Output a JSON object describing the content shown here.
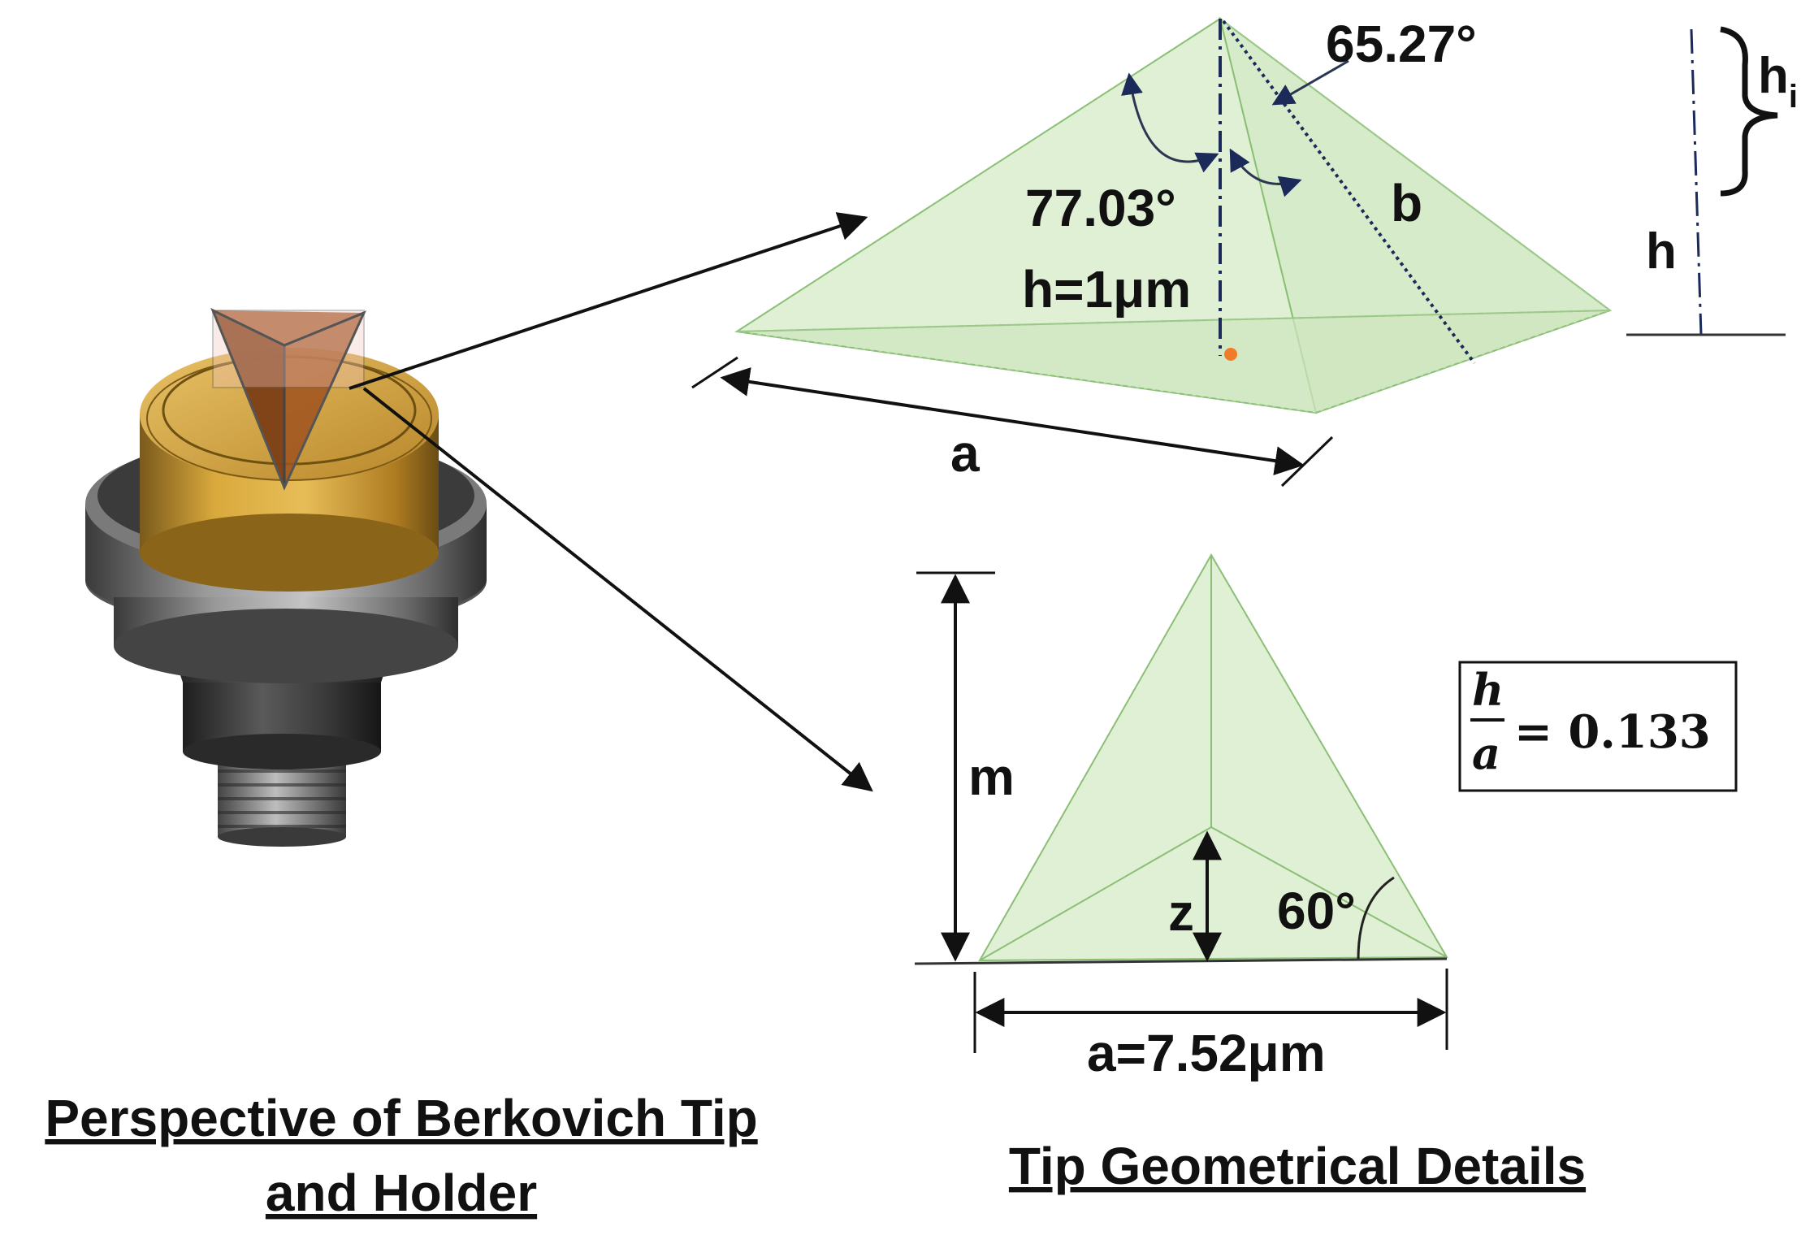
{
  "figure": {
    "left_caption": [
      "Perspective of Berkovich Tip",
      "and Holder"
    ],
    "right_caption": "Tip Geometrical Details"
  },
  "pyramid": {
    "angle_face": "65.27°",
    "angle_edge": "77.03°",
    "height_label": "h=1μm",
    "base_label": "a",
    "face_label": "b",
    "side_h_label": "h",
    "side_hi_label": "h",
    "side_hi_sub": "i"
  },
  "triangle": {
    "height_label": "m",
    "inner_label": "z",
    "angle_label": "60°",
    "base_label": "a=7.52μm"
  },
  "ratio_box": {
    "numerator": "h",
    "denominator": "a",
    "value": "= 0.133"
  },
  "colors": {
    "face_fill": "#dff0d4",
    "face_stroke": "#8bbf76",
    "gold": "#c9962a",
    "metal": "#6e6e6e",
    "navy": "#1b2a59",
    "orange": "#f07c2a"
  }
}
